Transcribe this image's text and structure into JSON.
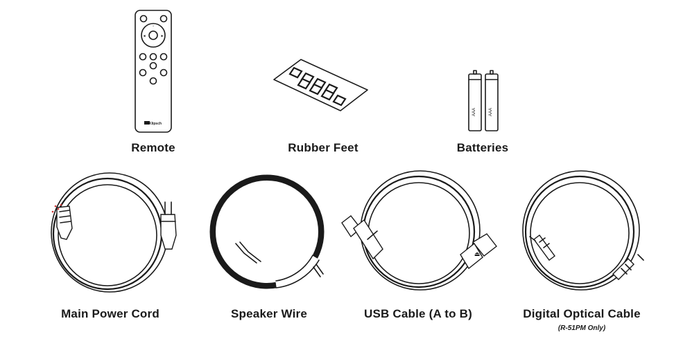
{
  "items": {
    "remote": {
      "label": "Remote",
      "brand": "Klipsch"
    },
    "rubber_feet": {
      "label": "Rubber Feet"
    },
    "batteries": {
      "label": "Batteries",
      "type": "AAA"
    },
    "power_cord": {
      "label": "Main Power Cord"
    },
    "speaker_wire": {
      "label": "Speaker Wire"
    },
    "usb_cable": {
      "label": "USB Cable (A to B)"
    },
    "optical_cable": {
      "label": "Digital Optical Cable",
      "note": "(R-51PM Only)"
    }
  },
  "colors": {
    "ink": "#1a1a1a",
    "background": "#ffffff",
    "accent_dots": "#cc3333"
  },
  "icons": [
    "remote-icon",
    "rubber-feet-icon",
    "batteries-icon",
    "power-cord-icon",
    "speaker-wire-icon",
    "usb-cable-icon",
    "optical-cable-icon"
  ]
}
